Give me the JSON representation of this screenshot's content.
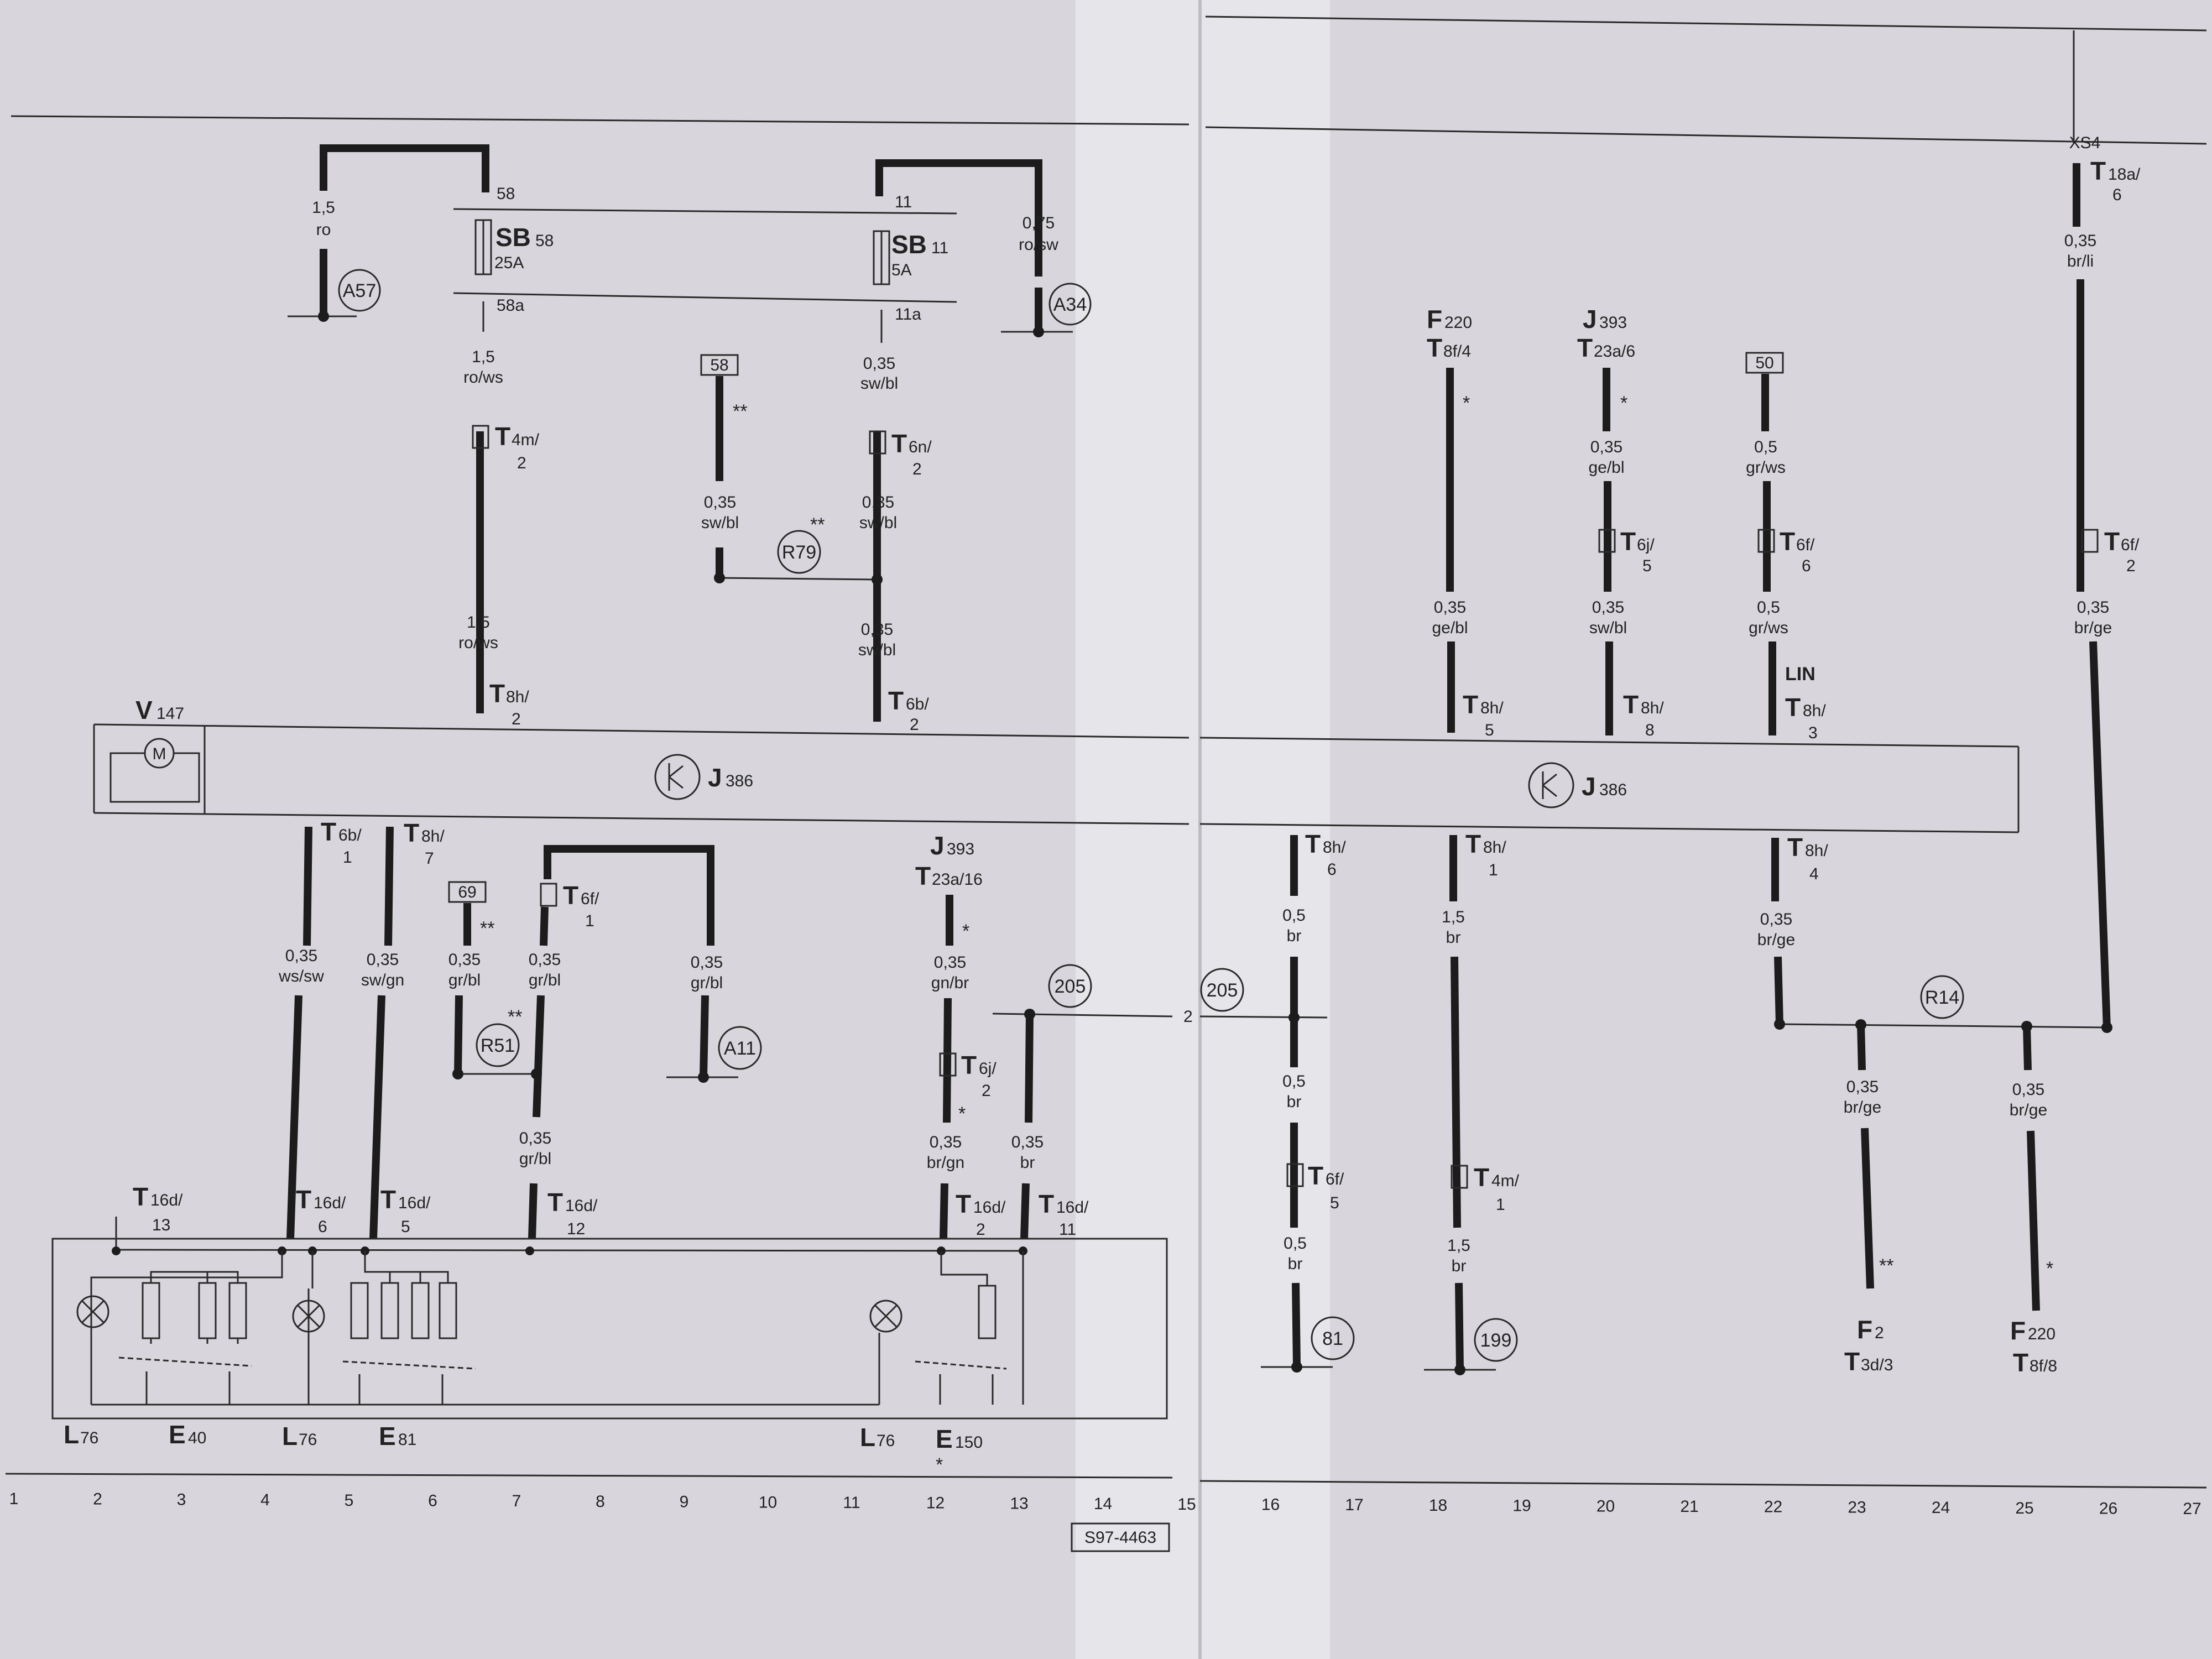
{
  "top_labels": {
    "v147": {
      "main": "V",
      "sub": "147"
    },
    "j386_left": {
      "main": "J",
      "sub": "386"
    },
    "j386_right": {
      "main": "J",
      "sub": "386"
    }
  },
  "fuses": [
    {
      "id": "sb58",
      "main": "SB",
      "sub": "58",
      "rating": "25A",
      "pin_top": "58",
      "pin_bottom": "58a"
    },
    {
      "id": "sb11",
      "main": "SB",
      "sub": "11",
      "rating": "5A",
      "pin_top": "11",
      "pin_bottom": "11a"
    }
  ],
  "wire_labels": [
    {
      "id": "w-a57",
      "size": "1,5",
      "color": "ro"
    },
    {
      "id": "w-sb58-out",
      "size": "1,5",
      "color": "ro/ws"
    },
    {
      "id": "w-sb58-j",
      "size": "1,5",
      "color": "ro/ws"
    },
    {
      "id": "w-a34",
      "size": "0,75",
      "color": "ro/sw"
    },
    {
      "id": "w-sb11-out",
      "size": "0,35",
      "color": "sw/bl"
    },
    {
      "id": "w-sb11-mid",
      "size": "0,35",
      "color": "sw/bl"
    },
    {
      "id": "w-sb11-j",
      "size": "0,35",
      "color": "sw/bl"
    },
    {
      "id": "w-58-term",
      "size": "0,35",
      "color": "sw/bl"
    },
    {
      "id": "w-f220-top",
      "size": "0,35",
      "color": "ge/bl"
    },
    {
      "id": "w-j393-top",
      "size": "0,35",
      "color": "ge/bl"
    },
    {
      "id": "w-j393-j",
      "size": "0,35",
      "color": "sw/bl"
    },
    {
      "id": "w-50-top",
      "size": "0,5",
      "color": "gr/ws"
    },
    {
      "id": "w-50-j",
      "size": "0,5",
      "color": "gr/ws"
    },
    {
      "id": "w-xs4",
      "size": "0,35",
      "color": "br/li"
    },
    {
      "id": "w-xs4-j",
      "size": "0,35",
      "color": "br/ge"
    },
    {
      "id": "w-t6b1",
      "size": "0,35",
      "color": "ws/sw"
    },
    {
      "id": "w-t8h7",
      "size": "0,35",
      "color": "sw/gn"
    },
    {
      "id": "w-69",
      "size": "0,35",
      "color": "gr/bl"
    },
    {
      "id": "w-t6f1",
      "size": "0,35",
      "color": "gr/bl"
    },
    {
      "id": "w-a11",
      "size": "0,35",
      "color": "gr/bl"
    },
    {
      "id": "w-r51-down",
      "size": "0,35",
      "color": "gr/bl"
    },
    {
      "id": "w-j393-bottom",
      "size": "0,35",
      "color": "gn/br"
    },
    {
      "id": "w-t6j2",
      "size": "0,35",
      "color": "br/gn"
    },
    {
      "id": "w-205",
      "size": "0,35",
      "color": "br"
    },
    {
      "id": "w-t8h6",
      "size": "0,5",
      "color": "br"
    },
    {
      "id": "w-t8h6-mid",
      "size": "0,5",
      "color": "br"
    },
    {
      "id": "w-t8h6-gnd",
      "size": "0,5",
      "color": "br"
    },
    {
      "id": "w-t8h1",
      "size": "1,5",
      "color": "br"
    },
    {
      "id": "w-t8h1-gnd",
      "size": "1,5",
      "color": "br"
    },
    {
      "id": "w-t8h4",
      "size": "0,35",
      "color": "br/ge"
    },
    {
      "id": "w-f2",
      "size": "0,35",
      "color": "br/ge"
    },
    {
      "id": "w-f220-b",
      "size": "0,35",
      "color": "br/ge"
    }
  ],
  "connectors": [
    {
      "id": "c-t4m2",
      "main": "T",
      "sub": "4m/",
      "pin": "2"
    },
    {
      "id": "c-t6n2",
      "main": "T",
      "sub": "6n/",
      "pin": "2"
    },
    {
      "id": "c-t8h2",
      "main": "T",
      "sub": "8h/",
      "pin": "2"
    },
    {
      "id": "c-t6b2",
      "main": "T",
      "sub": "6b/",
      "pin": "2"
    },
    {
      "id": "c-t8h5",
      "main": "T",
      "sub": "8h/",
      "pin": "5"
    },
    {
      "id": "c-t8h8",
      "main": "T",
      "sub": "8h/",
      "pin": "8"
    },
    {
      "id": "c-t8h3",
      "main": "T",
      "sub": "8h/",
      "pin": "3"
    },
    {
      "id": "c-t6j5",
      "main": "T",
      "sub": "6j/",
      "pin": "5"
    },
    {
      "id": "c-t6f6",
      "main": "T",
      "sub": "6f/",
      "pin": "6"
    },
    {
      "id": "c-t6f2",
      "main": "T",
      "sub": "6f/",
      "pin": "2"
    },
    {
      "id": "c-t18a6",
      "main": "T",
      "sub": "18a/",
      "pin": "6"
    },
    {
      "id": "c-t6b1",
      "main": "T",
      "sub": "6b/",
      "pin": "1"
    },
    {
      "id": "c-t8h7",
      "main": "T",
      "sub": "8h/",
      "pin": "7"
    },
    {
      "id": "c-t6f1",
      "main": "T",
      "sub": "6f/",
      "pin": "1"
    },
    {
      "id": "c-t6j2",
      "main": "T",
      "sub": "6j/",
      "pin": "2"
    },
    {
      "id": "c-t8h6",
      "main": "T",
      "sub": "8h/",
      "pin": "6"
    },
    {
      "id": "c-t8h1",
      "main": "T",
      "sub": "8h/",
      "pin": "1"
    },
    {
      "id": "c-t8h4",
      "main": "T",
      "sub": "8h/",
      "pin": "4"
    },
    {
      "id": "c-t6f5",
      "main": "T",
      "sub": "6f/",
      "pin": "5"
    },
    {
      "id": "c-t4m1",
      "main": "T",
      "sub": "4m/",
      "pin": "1"
    },
    {
      "id": "c-t16d13",
      "main": "T",
      "sub": "16d/",
      "pin": "13"
    },
    {
      "id": "c-t16d6",
      "main": "T",
      "sub": "16d/",
      "pin": "6"
    },
    {
      "id": "c-t16d5",
      "main": "T",
      "sub": "16d/",
      "pin": "5"
    },
    {
      "id": "c-t16d12",
      "main": "T",
      "sub": "16d/",
      "pin": "12"
    },
    {
      "id": "c-t16d2",
      "main": "T",
      "sub": "16d/",
      "pin": "2"
    },
    {
      "id": "c-t16d11",
      "main": "T",
      "sub": "16d/",
      "pin": "11"
    }
  ],
  "ref_labels": {
    "f220_top": {
      "main": "F",
      "sub": "220",
      "conn": "T",
      "conn_sub": "8f/4"
    },
    "j393_top": {
      "main": "J",
      "sub": "393",
      "conn": "T",
      "conn_sub": "23a/6"
    },
    "j393_bottom": {
      "main": "J",
      "sub": "393",
      "conn": "T",
      "conn_sub": "23a/16"
    },
    "f2": {
      "main": "F",
      "sub": "2",
      "conn": "T",
      "conn_sub": "3d/3"
    },
    "f220_bottom": {
      "main": "F",
      "sub": "220",
      "conn": "T",
      "conn_sub": "8f/8"
    },
    "xs4": "XS4",
    "lin": "LIN"
  },
  "terminals": {
    "t58": "58",
    "t50": "50",
    "t69": "69"
  },
  "circles": {
    "a57": "A57",
    "a34": "A34",
    "r79": "R79",
    "a11": "A11",
    "r51": "R51",
    "c205a": "205",
    "c205b": "205",
    "r14": "R14",
    "g81": "81",
    "g199": "199"
  },
  "marks": {
    "single": "*",
    "double": "**"
  },
  "partial_texts": {
    "cut_2": "2"
  },
  "components": {
    "l76a": {
      "main": "L",
      "sub": "76"
    },
    "e40": {
      "main": "E",
      "sub": "40"
    },
    "l76b": {
      "main": "L",
      "sub": "76"
    },
    "e81": {
      "main": "E",
      "sub": "81"
    },
    "l76c": {
      "main": "L",
      "sub": "76"
    },
    "e150": {
      "main": "E",
      "sub": "150"
    }
  },
  "motor": "M",
  "grid_numbers": [
    "1",
    "2",
    "3",
    "4",
    "5",
    "6",
    "7",
    "8",
    "9",
    "10",
    "11",
    "12",
    "13",
    "14",
    "15",
    "16",
    "17",
    "18",
    "19",
    "20",
    "21",
    "22",
    "23",
    "24",
    "25",
    "26",
    "27"
  ],
  "doc_code": "S97-4463",
  "colors": {
    "paper": "#d8d6dc",
    "ink": "#1c1c1c"
  }
}
